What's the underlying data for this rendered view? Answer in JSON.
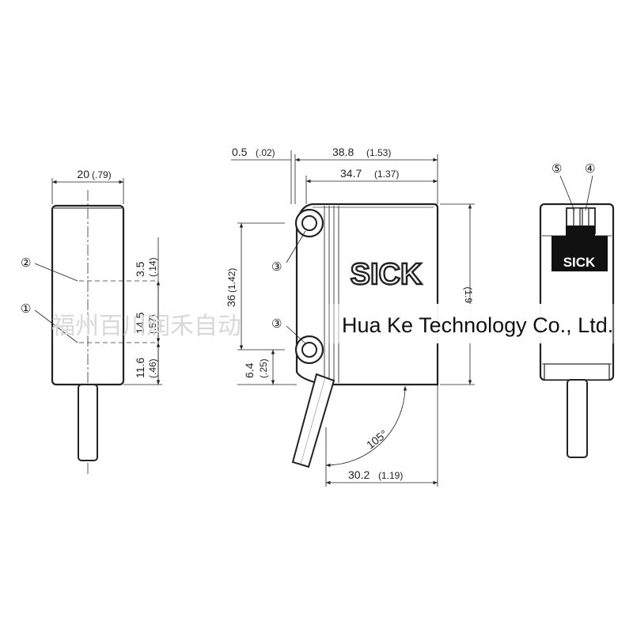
{
  "views": {
    "left": {
      "width": {
        "mm": "20",
        "in": "(.79)"
      },
      "callout_2": "②",
      "callout_1": "①",
      "d1": {
        "mm": "3.5",
        "in": "(.14)"
      },
      "d2": {
        "mm": "14.5",
        "in": "(.57)"
      },
      "d3": {
        "mm": "11.6",
        "in": "(.46)"
      }
    },
    "side": {
      "gap": {
        "mm": "0.5",
        "in": "(.02)"
      },
      "overall": {
        "mm": "38.8",
        "in": "(1.53)"
      },
      "body": {
        "mm": "34.7",
        "in": "(1.37)"
      },
      "hole_pitch": {
        "mm": "36",
        "in": "(1.42)"
      },
      "hole_low": {
        "mm": "6.4",
        "in": "(.25)"
      },
      "height_in": "(1.97)",
      "angle": "105°",
      "bottom": {
        "mm": "30.2",
        "in": "(1.19)"
      },
      "callout_3a": "③",
      "callout_3b": "③",
      "brand": "SICK"
    },
    "right": {
      "callout_5": "⑤",
      "callout_4": "④",
      "brand": "SICK"
    }
  },
  "watermark": {
    "chinese": "福州百川润禾自动",
    "english": "Hua Ke Technology Co., Ltd."
  }
}
